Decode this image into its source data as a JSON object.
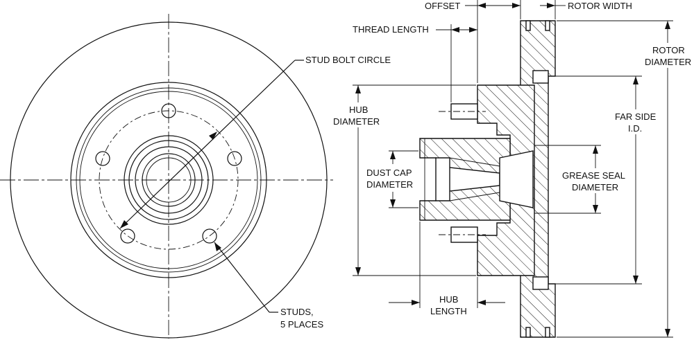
{
  "labels": {
    "stud_bolt_circle": "STUD BOLT CIRCLE",
    "studs_line1": "STUDS,",
    "studs_line2": "5 PLACES",
    "offset": "OFFSET",
    "rotor_width": "ROTOR WIDTH",
    "thread_length": "THREAD LENGTH",
    "rotor_diameter_line1": "ROTOR",
    "rotor_diameter_line2": "DIAMETER",
    "hub_diameter_line1": "HUB",
    "hub_diameter_line2": "DIAMETER",
    "far_side_id_line1": "FAR SIDE",
    "far_side_id_line2": "I.D.",
    "dust_cap_line1": "DUST CAP",
    "dust_cap_line2": "DIAMETER",
    "grease_seal_line1": "GREASE SEAL",
    "grease_seal_line2": "DIAMETER",
    "hub_length_line1": "HUB",
    "hub_length_line2": "LENGTH"
  },
  "views": {
    "front": "rotor-front-view",
    "section": "rotor-cross-section"
  }
}
